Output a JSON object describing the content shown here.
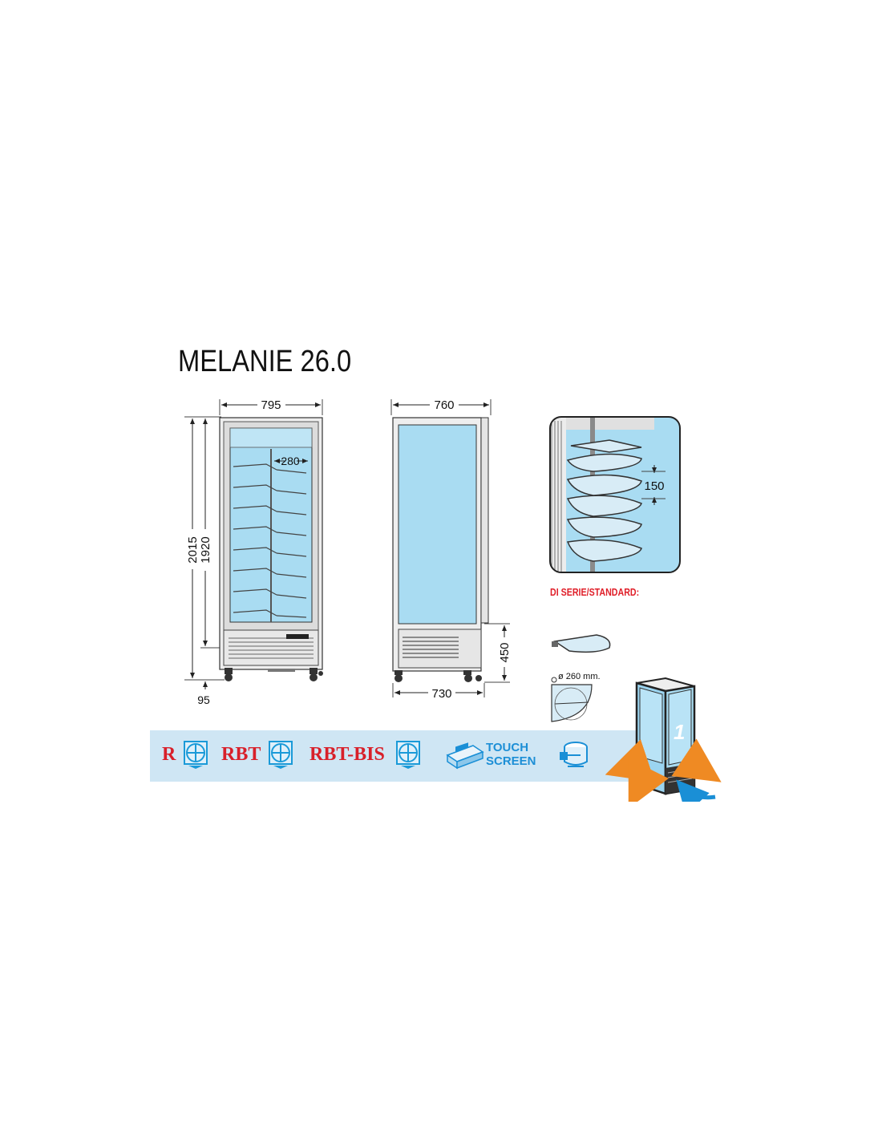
{
  "title": "MELANIE 26.0",
  "front_view": {
    "width": "795",
    "shelf_gap": "280",
    "total_height": "2015",
    "glass_height": "1920",
    "foot_height": "95"
  },
  "side_view": {
    "top_depth": "760",
    "bottom_depth": "730",
    "base_height": "450"
  },
  "detail": {
    "shelf_spacing": "150",
    "standard_label": "DI SERIE/STANDARD:",
    "diameter_label": "ø 260 mm.",
    "model_number": "1"
  },
  "versions": [
    {
      "label": "R"
    },
    {
      "label": "RBT"
    },
    {
      "label": "RBT-BIS"
    }
  ],
  "touch_screen": {
    "line1": "TOUCH",
    "line2": "SCREEN"
  },
  "icons": {
    "version_badge": "cross-circle-icon",
    "touch_screen": "control-panel-icon",
    "compressor": "compressor-icon",
    "airflow": "airflow-arrows-icon"
  },
  "colors": {
    "glass": "#a9dcf2",
    "version_text": "#d8202a",
    "badge": "#1a9ad8",
    "touch_text": "#1d8fd6",
    "band": "#cfe6f4",
    "arrow_orange": "#ef8a23",
    "arrow_blue": "#1a8fd6",
    "standard_label": "#e0202a"
  }
}
